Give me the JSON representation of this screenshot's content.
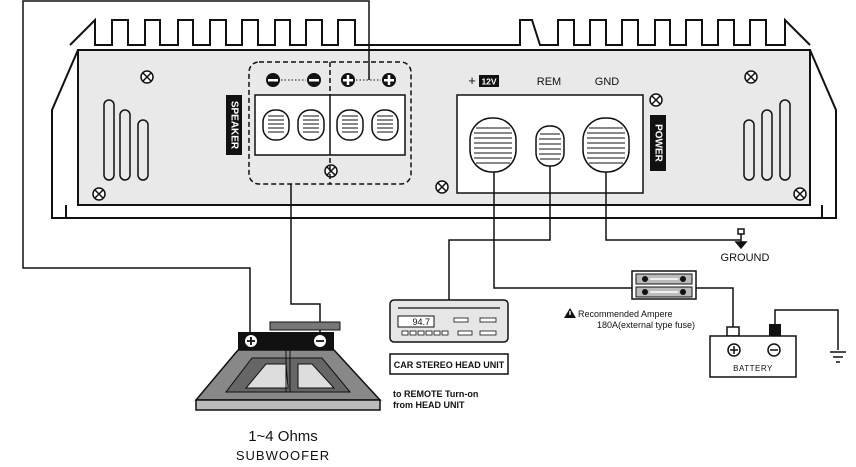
{
  "amp": {
    "speaker_label": "SPEAKER",
    "power_label": "POWER",
    "term_12v": "12V",
    "term_plus": "+",
    "term_rem": "REM",
    "term_gnd": "GND"
  },
  "ground": {
    "label": "GROUND"
  },
  "fuse": {
    "warning_line1": "Recommended Ampere",
    "warning_line2": "180A(external type fuse)"
  },
  "battery": {
    "label": "BATTERY"
  },
  "head_unit": {
    "display": "94.7",
    "label": "CAR STEREO HEAD UNIT",
    "remote_line1": "to REMOTE Turn-on",
    "remote_line2": "from HEAD UNIT"
  },
  "subwoofer": {
    "impedance": "1~4 Ohms",
    "label": "SUBWOOFER"
  }
}
